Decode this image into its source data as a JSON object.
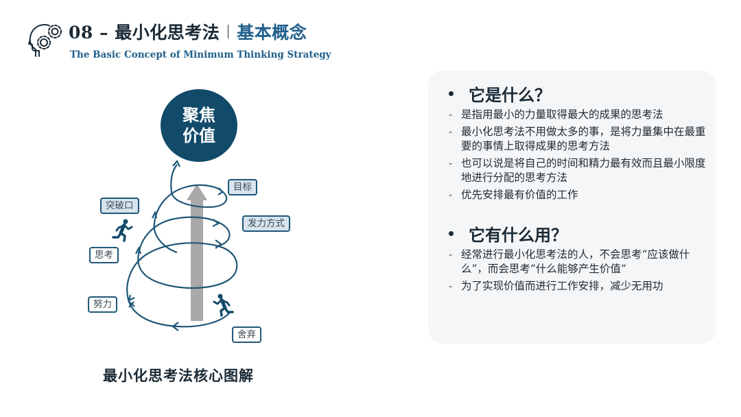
{
  "header": {
    "icon": "head-gears-icon",
    "title_main": "08 – 最小化思考法",
    "title_sub": "基本概念",
    "subtitle_en": "The Basic Concept  of  Minimum Thinking Strategy"
  },
  "diagram": {
    "center_label_line1": "聚焦",
    "center_label_line2": "价值",
    "tags": {
      "target": "目标",
      "breakthrough": "突破口",
      "force_method": "发力方式",
      "thinking": "思考",
      "effort": "努力",
      "abandon": "舍弃"
    },
    "icons": [
      "running-person-icon",
      "running-person-icon",
      "up-arrow-icon",
      "spiral-arrow-icon"
    ],
    "caption": "最小化思考法核心图解"
  },
  "info_card": {
    "sections": [
      {
        "title": "它是什么？",
        "items": [
          "是指用最小的力量取得最大的成果的思考法",
          "最小化思考法不用做太多的事，是将力量集中在最重要的事情上取得成果的思考方法",
          "也可以说是将自己的时间和精力最有效而且最小限度地进行分配的思考方法",
          "优先安排最有价值的工作"
        ]
      },
      {
        "title": "它有什么用？",
        "items": [
          "经常进行最小化思考法的人，不会思考“应该做什么”，而会思考“什么能够产生价值”",
          "为了实现价值而进行工作安排，减少无用功"
        ]
      }
    ],
    "dash": "-",
    "colors": {
      "card_bg": "#f5f6f7"
    }
  },
  "colors": {
    "primary_dark": "#124a6a",
    "accent_blue": "#1f5f8b",
    "text_dark": "#1a2a36",
    "arrow_gray": "#a9a9a9"
  }
}
